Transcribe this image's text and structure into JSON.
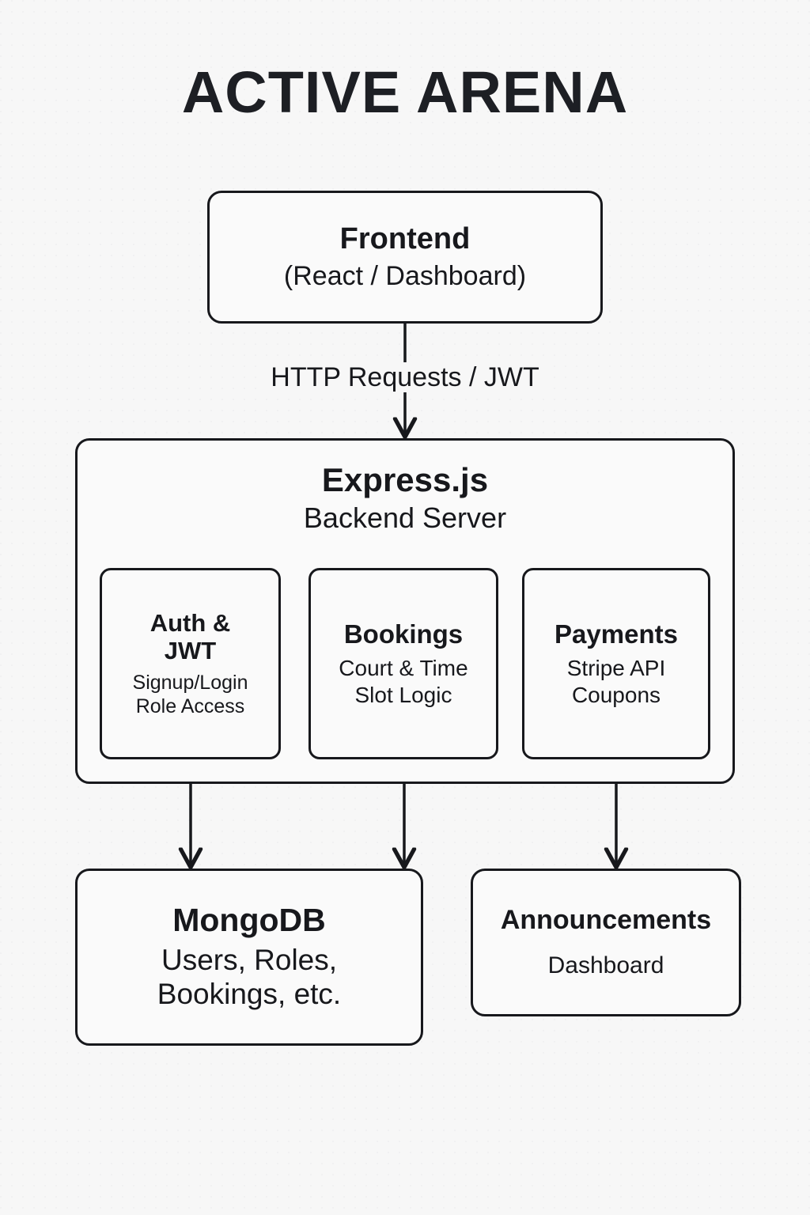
{
  "title": "ACTIVE ARENA",
  "colors": {
    "background": "#f7f7f7",
    "node_fill": "#fafafa",
    "stroke": "#17181c",
    "text": "#17181c"
  },
  "nodes": {
    "frontend": {
      "header": "Frontend",
      "subtitle": "(React / Dashboard)"
    },
    "express": {
      "header": "Express.js",
      "subtitle": "Backend Server",
      "services": [
        {
          "id": "auth",
          "header_line1": "Auth &",
          "header_line2": "JWT",
          "sub_line1": "Signup/Login",
          "sub_line2": "Role Access"
        },
        {
          "id": "bookings",
          "header_line1": "Bookings",
          "header_line2": "",
          "sub_line1": "Court & Time",
          "sub_line2": "Slot Logic"
        },
        {
          "id": "payments",
          "header_line1": "Payments",
          "header_line2": "",
          "sub_line1": "Stripe API",
          "sub_line2": "Coupons"
        }
      ]
    },
    "mongodb": {
      "header": "MongoDB",
      "sub_line1": "Users, Roles,",
      "sub_line2": "Bookings, etc."
    },
    "announcements": {
      "header": "Announcements",
      "subtitle": "Dashboard"
    }
  },
  "edges": {
    "frontend_to_express": {
      "label": "HTTP Requests / JWT",
      "arrow": true
    },
    "auth_to_mongodb": {
      "label": "",
      "arrow": true
    },
    "bookings_to_mongodb": {
      "label": "",
      "arrow": true
    },
    "payments_to_announcements": {
      "label": "",
      "arrow": true
    }
  }
}
